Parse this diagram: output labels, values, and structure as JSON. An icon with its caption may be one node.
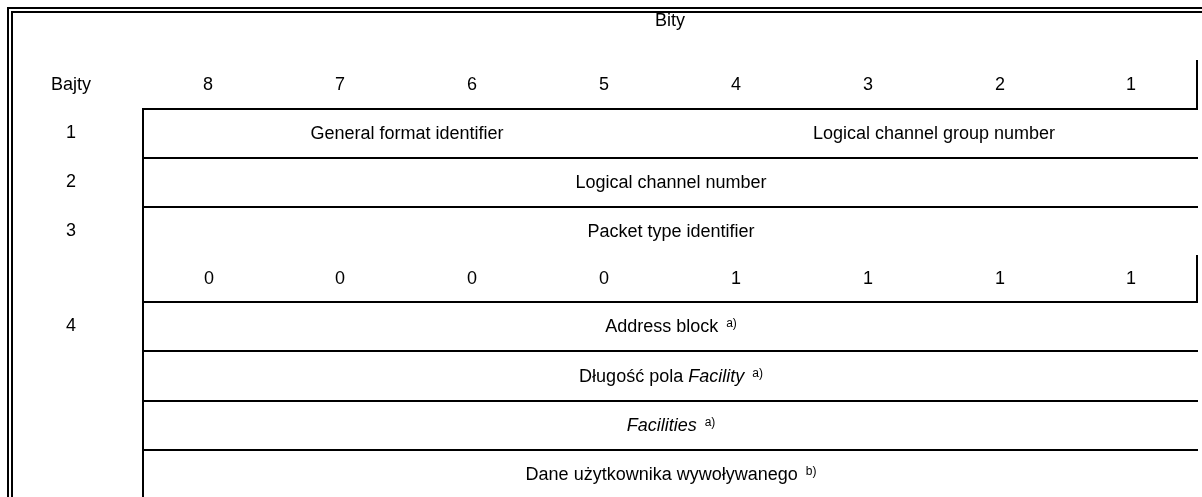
{
  "diagram": {
    "labels": [
      "Bity",
      "Bajty",
      "8",
      "7",
      "6",
      "5",
      "4",
      "3",
      "2",
      "1",
      "1",
      "General format identifier",
      "Logical channel group number",
      "2",
      "Logical channel number",
      "3",
      "Packet type identifier",
      "0",
      "0",
      "0",
      "0",
      "1",
      "1",
      "1",
      "1",
      "4",
      "Address block $^{a)}$",
      "Długość pola *Facility* $^{a)}$",
      "*Facilities* $^{a)}$",
      "Dane użytkownika wywoływanego $^{b)}$"
    ]
  }
}
